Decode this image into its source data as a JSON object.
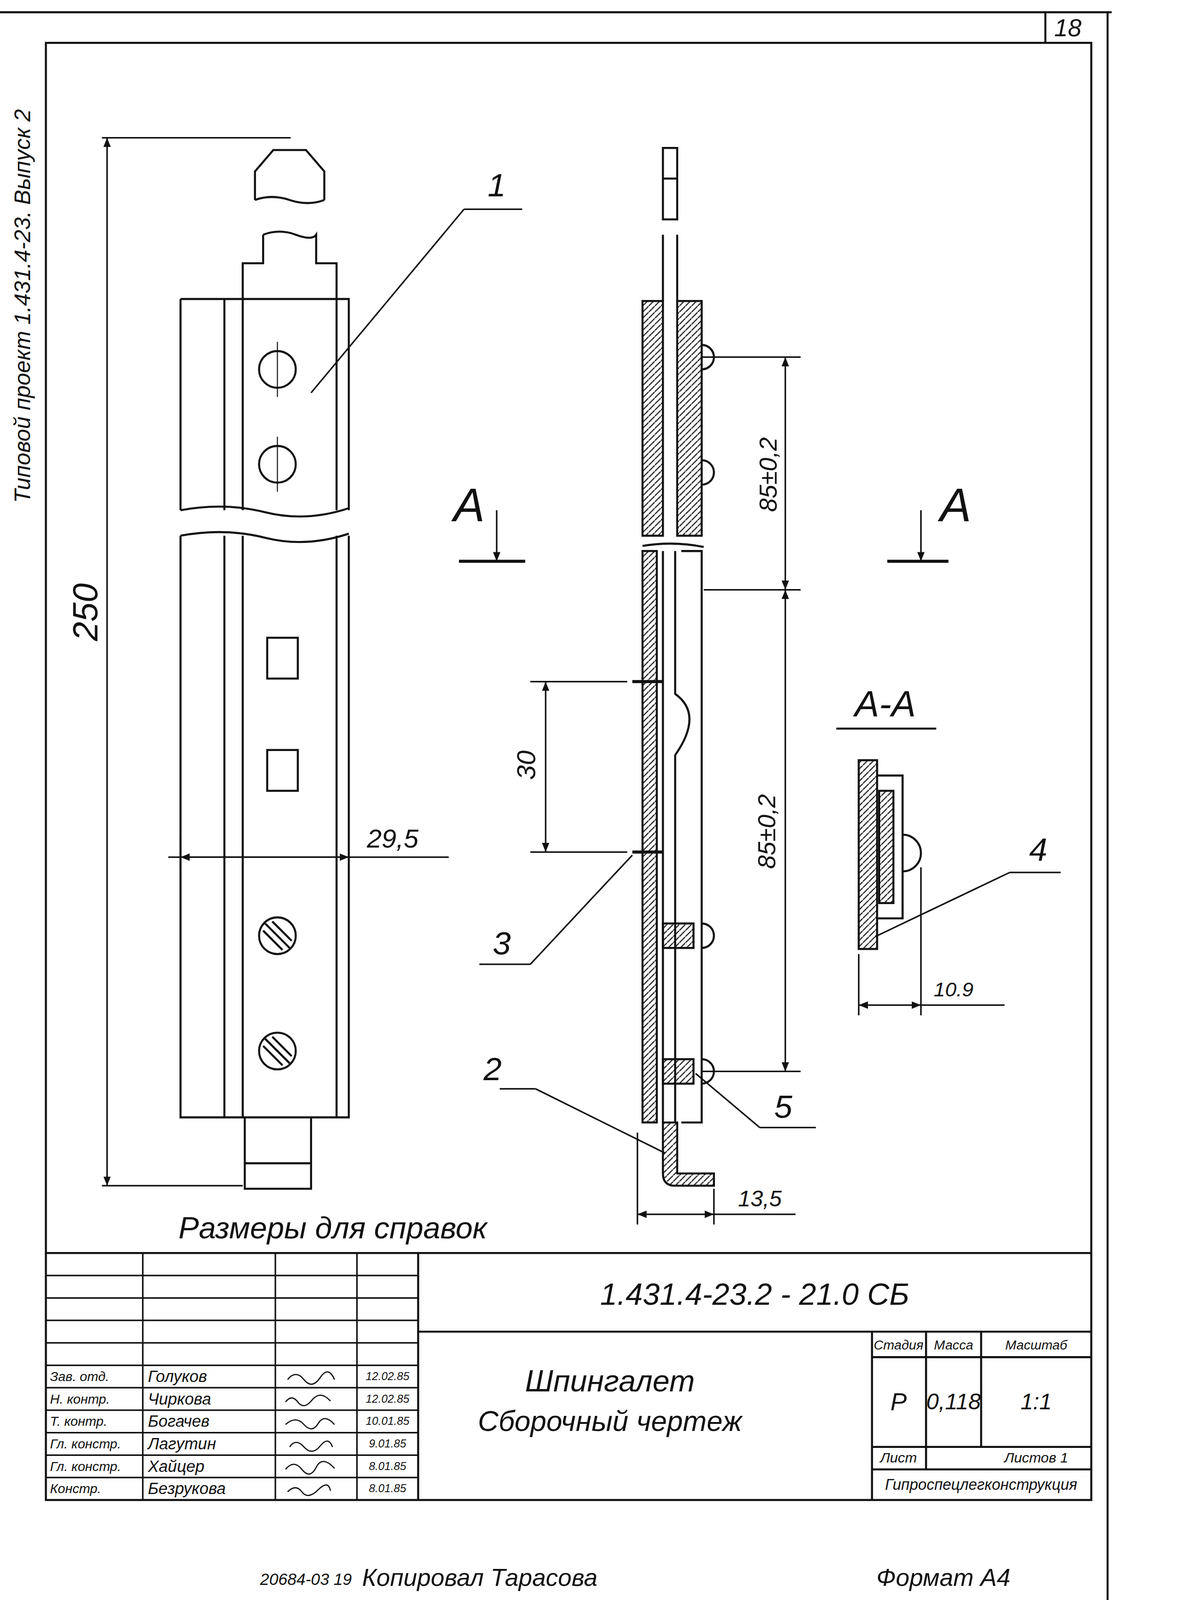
{
  "diagram": {
    "labels": [
      "18",
      "Типовой проект 1.431.4-23. Выпуск 2",
      "250",
      "29,5",
      "1",
      "А",
      "А",
      "85±0,2",
      "85±0,2",
      "30",
      "А-А",
      "3",
      "4",
      "10.9",
      "2",
      "5",
      "13,5",
      "Размеры для справок",
      "1.431.4-23.2 - 21.0 СБ",
      "Шпингалет",
      "Сборочный чертеж",
      "Стадия",
      "Масса",
      "Масштаб",
      "Р",
      "0,118",
      "1:1",
      "Лист",
      "Листов 1",
      "Гипроспецлегконструкция",
      "Зав. отд.",
      "Голуков",
      "12.02.85",
      "Н. контр.",
      "Чиркова",
      "12.02.85",
      "Т. контр.",
      "Богачев",
      "10.01.85",
      "Гл. констр.",
      "Лагутин",
      "9.01.85",
      "Гл. констр.",
      "Хайцер",
      "8.01.85",
      "Констр.",
      "Безрукова",
      "8.01.85",
      "20684-03 19",
      "Копировал Тарасова",
      "Формат А4"
    ]
  }
}
